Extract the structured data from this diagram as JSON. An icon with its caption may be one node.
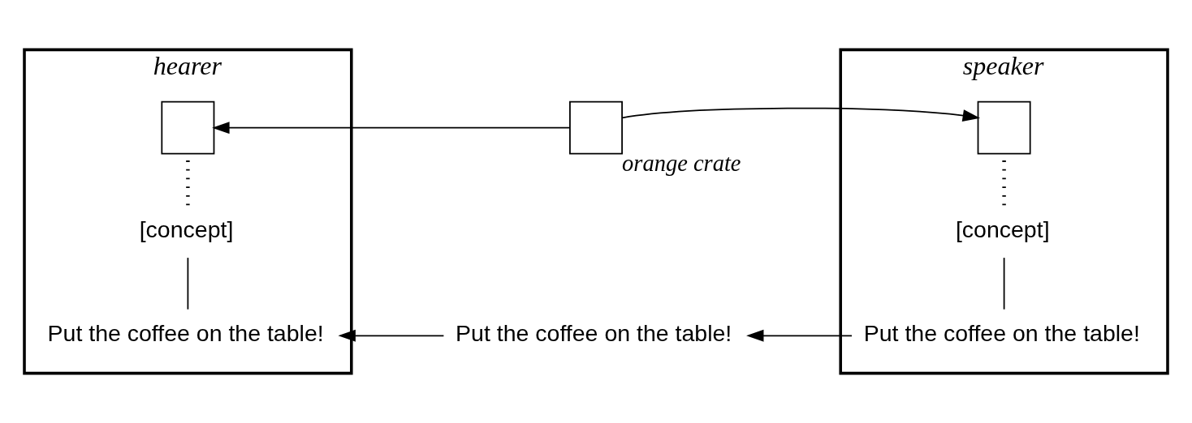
{
  "diagram": {
    "nodes": [
      {
        "text": [
          "hearer"
        ]
      },
      {
        "text": [
          "Put the coffee on the table!"
        ],
        "in": 0
      },
      {
        "text": [
          "[concept]"
        ],
        "in": 0
      },
      {
        "text": [],
        "shape": "box",
        "in": 0
      },
      {
        "text": [
          "Put the coffee on the table!"
        ]
      },
      {
        "text": [],
        "shape": "box",
        "beside": [
          "orange crate"
        ]
      },
      {
        "text": [
          "speaker"
        ]
      },
      {
        "text": [
          "Put the coffee on the table!"
        ],
        "in": 6
      },
      {
        "text": [
          "[concept]"
        ],
        "in": 6
      },
      {
        "text": [],
        "shape": "box",
        "in": 6
      }
    ],
    "edges": [
      {
        "from": 4,
        "to": 1,
        "arrow": "to"
      },
      {
        "from": 7,
        "to": 4,
        "arrow": "to"
      },
      {
        "from": 1,
        "to": 2,
        "arrow": "none"
      },
      {
        "from": 2,
        "to": 3,
        "arrow": "none",
        "style": "dashed"
      },
      {
        "from": 7,
        "to": 8,
        "arrow": "none"
      },
      {
        "from": 8,
        "to": 9,
        "arrow": "none",
        "style": "dashed"
      },
      {
        "from": 5,
        "to": 3,
        "arrow": "to"
      },
      {
        "from": 5,
        "to": 9,
        "arrow": "to"
      }
    ]
  }
}
